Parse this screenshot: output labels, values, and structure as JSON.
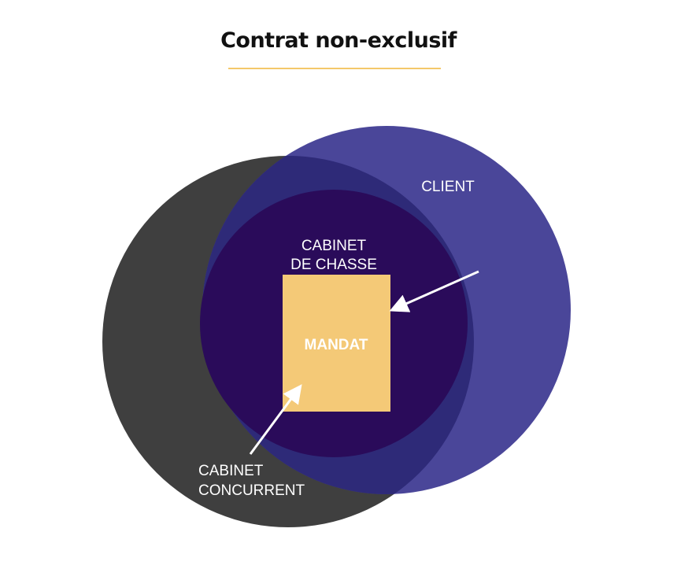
{
  "title": "Contrat non-exclusif",
  "labels": {
    "client": "CLIENT",
    "cabinet_chasse_line1": "CABINET",
    "cabinet_chasse_line2": "DE CHASSE",
    "mandat": "MANDAT",
    "cabinet_concurrent_line1": "CABINET",
    "cabinet_concurrent_line2": "CONCURRENT"
  },
  "colors": {
    "title_underline": "#f4c86a",
    "cabinet_concurrent": "#3f3f3f",
    "client": "#4a4699",
    "overlap": "#2e2a78",
    "cabinet_chasse": "#2a0b5a",
    "mandat": "#f4c977",
    "arrows": "#ffffff"
  }
}
